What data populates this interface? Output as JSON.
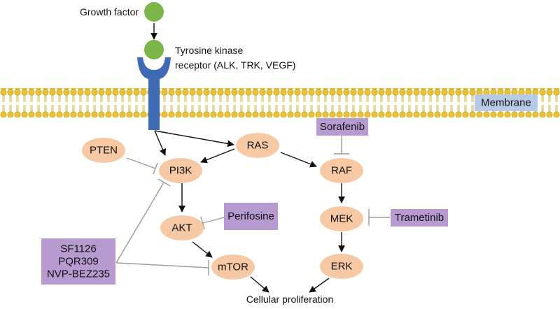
{
  "colors": {
    "membrane": "#e8c23a",
    "membrane_dark": "#c9a21a",
    "node_fill": "#f7c8a4",
    "drug_fill": "#b79ad0",
    "membrane_label_fill": "#b8cbe6",
    "receptor": "#3f6bb5",
    "ligand": "#7ab648",
    "arrow": "#111111",
    "inhibit": "#9a9a9a"
  },
  "labels": {
    "growth_factor": "Growth factor",
    "receptor_line1": "Tyrosine kinase",
    "receptor_line2": "receptor (ALK, TRK, VEGF)",
    "membrane": "Membrane",
    "output": "Cellular proliferation"
  },
  "nodes": {
    "pten": "PTEN",
    "pi3k": "PI3K",
    "ras": "RAS",
    "raf": "RAF",
    "akt": "AKT",
    "mek": "MEK",
    "mtor": "mTOR",
    "erk": "ERK"
  },
  "drugs": {
    "sorafenib": "Sorafenib",
    "perifosine": "Perifosine",
    "trametinib": "Trametinib",
    "pi3k_mtor_line1": "SF1126",
    "pi3k_mtor_line2": "PQR309",
    "pi3k_mtor_line3": "NVP-BEZ235"
  }
}
